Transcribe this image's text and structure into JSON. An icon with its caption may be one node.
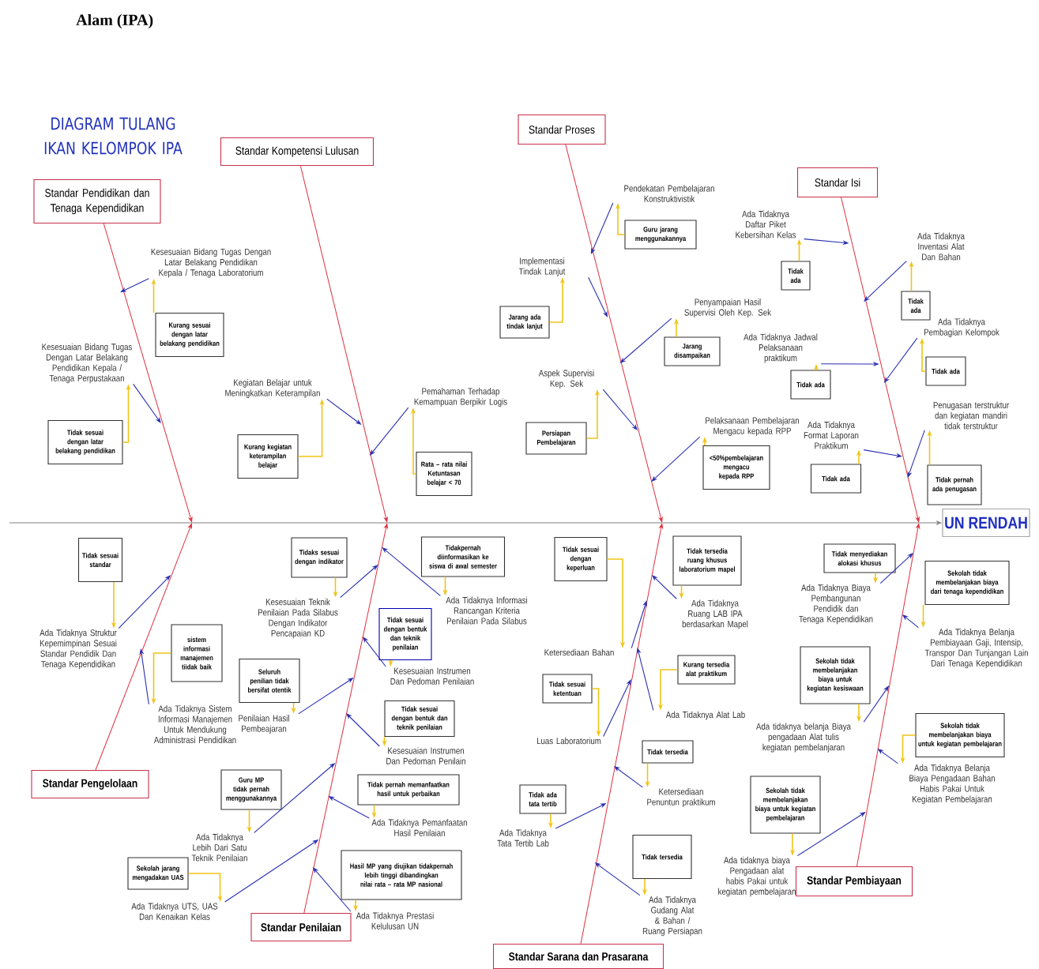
{
  "diagram": {
    "title": "DIAGRAM TULANG IKAN KELOMPOK IPA",
    "nodes": [
      {
        "text": [
          "Standar Pendidikan dan Tenaga Kependidikan"
        ]
      },
      {
        "text": [
          "Standar Kompetensi Lulusan"
        ]
      },
      {
        "text": [
          "Standar Proses"
        ]
      },
      {
        "text": [
          "Standar Isi"
        ]
      },
      {
        "text": [
          "Standar Pengelolaan"
        ]
      },
      {
        "text": [
          "Standar Penilaian"
        ]
      },
      {
        "text": [
          "Standar Sarana dan Prasarana"
        ]
      },
      {
        "text": [
          "Standar Pembiayaan"
        ]
      },
      {
        "text": [
          "UN RENDAH"
        ]
      },
      {
        "text": [
          "Kesesuaian Bidang Tugas Dengan Latar Belakang Pendidikan Kepala / Tenaga Laboratorium"
        ]
      },
      {
        "text": [
          "Kurang sesuai dengan latar belakang pendidikan"
        ]
      },
      {
        "text": [
          "Kesesuaian Bidang Tugas Dengan Latar Belakang Pendidikan Kepala / Tenaga Perpustakaan"
        ]
      },
      {
        "text": [
          "Tidak sesuai dengan latar belakang pendidikan"
        ]
      },
      {
        "text": [
          "Kegiatan Belajar untuk Meningkatkan Keterampilan"
        ]
      },
      {
        "text": [
          "Kurang kegiatan keterampilan belajar"
        ]
      },
      {
        "text": [
          "Pemahaman Terhadap Kemampuan Berpikir Logis"
        ]
      },
      {
        "text": [
          "Rata – rata nilai Ketuntasan belajar < 70"
        ]
      },
      {
        "text": [
          "Pendekatan Pembelajaran Konstruktivistik"
        ]
      },
      {
        "text": [
          "Guru jarang menggunakannya"
        ]
      },
      {
        "text": [
          "Implementasi Tindak Lanjut"
        ]
      },
      {
        "text": [
          "Jarang ada tindak lanjut"
        ]
      },
      {
        "text": [
          "Penyampaian Hasil Supervisi Oleh Kep. Sek"
        ]
      },
      {
        "text": [
          "Jarang disampaikan"
        ]
      },
      {
        "text": [
          "Aspek Supervisi Kep. Sek"
        ]
      },
      {
        "text": [
          "Persiapan Pembelajaran"
        ]
      },
      {
        "text": [
          "Pelaksanaan Pembelajaran Mengacu kepada RPP"
        ]
      },
      {
        "text": [
          "<50%pembelajaran mengacu kepada RPP"
        ]
      },
      {
        "text": [
          "Ada Tidaknya Daftar Piket Kebersihan Kelas"
        ]
      },
      {
        "text": [
          "Tidak ada"
        ]
      },
      {
        "text": [
          "Ada Tidaknya Inventasi Alat Dan Bahan"
        ]
      },
      {
        "text": [
          "Tidak ada"
        ]
      },
      {
        "text": [
          "Ada Tidaknya Jadwal Pelaksanaan praktikum"
        ]
      },
      {
        "text": [
          "Tidak ada"
        ]
      },
      {
        "text": [
          "Ada Tidaknya Pembagian Kelompok"
        ]
      },
      {
        "text": [
          "Tidak ada"
        ]
      },
      {
        "text": [
          "Penugasan terstruktur dan kegiatan mandiri tidak terstruktur"
        ]
      },
      {
        "text": [
          "Tidak pernah ada penugasan"
        ]
      },
      {
        "text": [
          "Ada Tidaknya Format Laporan Praktikum"
        ]
      },
      {
        "text": [
          "Tidak ada"
        ]
      },
      {
        "text": [
          "Ada Tidaknya Struktur Kepemimpinan Sesuai Standar Pendidik Dan Tenaga Kependidikan"
        ]
      },
      {
        "text": [
          "Tidak sesuai standar"
        ]
      },
      {
        "text": [
          "Ada Tidaknya Sistem Informasi Manajemen Untuk Mendukung Administrasi Pendidikan"
        ]
      },
      {
        "text": [
          "sistem informasi manajemen tiidak baik"
        ]
      },
      {
        "text": [
          "Kesesuaian Teknik Penilaian Pada Silabus Dengan Indikator Pencapaian KD"
        ]
      },
      {
        "text": [
          "Tidaks sesuai dengan indikator"
        ]
      },
      {
        "text": [
          "Ada Tidaknya Informasi Rancangan Kriteria Penilaian Pada Silabus"
        ]
      },
      {
        "text": [
          "Tidakpernah diinformasikan ke siswa di awal semester"
        ]
      },
      {
        "text": [
          "Kesesuaian Instrumen Dan Pedoman Penilaian"
        ]
      },
      {
        "text": [
          "Tidak sesuai dengan bentuk dan teknik penilaian"
        ]
      },
      {
        "text": [
          "Penilaian Hasil Pembeajaran"
        ]
      },
      {
        "text": [
          "Seluruh penilian tidak bersifat otentik"
        ]
      },
      {
        "text": [
          "Kesesuaian Instrumen Dan Pedoman Penilain"
        ]
      },
      {
        "text": [
          "Tidak sesuai dengan bentuk dan teknik penilaian"
        ]
      },
      {
        "text": [
          "Ada Tidaknya Lebih Dari Satu Teknik Penilaian"
        ]
      },
      {
        "text": [
          "Guru MP tidak pernah menggunakannya"
        ]
      },
      {
        "text": [
          "Ada Tidaknya Pemanfaatan Hasil Penilaian"
        ]
      },
      {
        "text": [
          "Tidak pernah memanfaatkan hasil untuk perbaikan"
        ]
      },
      {
        "text": [
          "Ada Tidaknya UTS, UAS Dan Kenaikan Kelas"
        ]
      },
      {
        "text": [
          "Sekolah jarang mengadakan UAS"
        ]
      },
      {
        "text": [
          "Ada Tidaknya Prestasi Kelulusan UN"
        ]
      },
      {
        "text": [
          "Hasil MP yang diujikan tidakpernah lebih tinggi dibandingkan nilai rata – rata MP nasional"
        ]
      },
      {
        "text": [
          "Ketersediaan Bahan"
        ]
      },
      {
        "text": [
          "Tidak sesuai dengan keperluan"
        ]
      },
      {
        "text": [
          "Ada Tidaknya Ruang LAB IPA berdasarkan Mapel"
        ]
      },
      {
        "text": [
          "Tidak tersedia ruang khusus laboratorium mapel"
        ]
      },
      {
        "text": [
          "Luas Laboratorium"
        ]
      },
      {
        "text": [
          "Tidak sesuai ketentuan"
        ]
      },
      {
        "text": [
          "Ada Tidaknya Alat Lab"
        ]
      },
      {
        "text": [
          "Kurang tersedia alat praktikum"
        ]
      },
      {
        "text": [
          "Ketersediaan Penuntun praktikum"
        ]
      },
      {
        "text": [
          "Tidak tersedia"
        ]
      },
      {
        "text": [
          "Ada Tidaknya Tata Tertib Lab"
        ]
      },
      {
        "text": [
          "Tidak ada tata tertib"
        ]
      },
      {
        "text": [
          "Ada Tidaknya Gudang Alat & Bahan / Ruang Persiapan"
        ]
      },
      {
        "text": [
          "Tidak tersedia"
        ]
      },
      {
        "text": [
          "Ada Tidaknya Biaya Pembangunan Pendidik dan Tenaga Kependidikan"
        ]
      },
      {
        "text": [
          "Tidak menyediakan alokasi khusus"
        ]
      },
      {
        "text": [
          "Ada Tidaknya Belanja Pembiayaan Gaji, Intensip, Transpor Dan Tunjangan Lain Dari Tenaga Kependidikan"
        ]
      },
      {
        "text": [
          "Sekolah tidak membelanjakan biaya dari tenaga kependidikan"
        ]
      },
      {
        "text": [
          "Ada tidaknya belanja Biaya pengadaan Alat tulis kegiatan pembelanjaran"
        ]
      },
      {
        "text": [
          "Sekolah tidak membelanjakan biaya untuk kegiatan kesiswaan"
        ]
      },
      {
        "text": [
          "Ada Tidaknya Belanja Biaya Pengadaan Bahan Habis Pakai Untuk Kegiatan Pembelajaran"
        ]
      },
      {
        "text": [
          "Sekolah tidak membelanjakan biaya untuk kegiatan pembelajaran"
        ]
      },
      {
        "text": [
          "Ada tidaknya biaya Pengadaan alat habis Pakai untuk kegiatan pembelajaran"
        ]
      },
      {
        "text": [
          "Sekolah tidak membelanjakan biaya untuk kegiatan pembelajaran"
        ]
      }
    ],
    "edges": [
      {
        "from": 0,
        "to": null,
        "arrow": "to",
        "color": "#e03040"
      },
      {
        "from": 1,
        "to": null,
        "arrow": "to",
        "color": "#e03040"
      },
      {
        "from": 2,
        "to": null,
        "arrow": "to",
        "color": "#e03040"
      },
      {
        "from": 3,
        "to": null,
        "arrow": "to",
        "color": "#e03040"
      },
      {
        "from": 4,
        "to": null,
        "arrow": "to",
        "color": "#e03040"
      },
      {
        "from": 5,
        "to": null,
        "arrow": "to",
        "color": "#e03040"
      },
      {
        "from": 6,
        "to": null,
        "arrow": "to",
        "color": "#e03040"
      },
      {
        "from": 7,
        "to": null,
        "arrow": "to",
        "color": "#e03040"
      },
      {
        "from": null,
        "to": 8,
        "arrow": "to",
        "color": "#808080"
      },
      {
        "from": 9,
        "to": null,
        "arrow": "to"
      },
      {
        "from": 10,
        "to": 9,
        "arrow": "to",
        "color": "#f0c419"
      },
      {
        "from": 11,
        "to": null,
        "arrow": "to"
      },
      {
        "from": 12,
        "to": 11,
        "arrow": "to",
        "color": "#f0c419"
      },
      {
        "from": 13,
        "to": null,
        "arrow": "to"
      },
      {
        "from": 14,
        "to": 13,
        "arrow": "to",
        "color": "#f0c419"
      },
      {
        "from": 15,
        "to": null,
        "arrow": "to"
      },
      {
        "from": 16,
        "to": 15,
        "arrow": "to",
        "color": "#f0c419"
      },
      {
        "from": 17,
        "to": null,
        "arrow": "to"
      },
      {
        "from": 18,
        "to": 17,
        "arrow": "to",
        "color": "#f0c419"
      },
      {
        "from": 19,
        "to": null,
        "arrow": "to"
      },
      {
        "from": 20,
        "to": 19,
        "arrow": "to",
        "color": "#f0c419"
      },
      {
        "from": 21,
        "to": null,
        "arrow": "to"
      },
      {
        "from": 22,
        "to": 21,
        "arrow": "to",
        "color": "#f0c419"
      },
      {
        "from": 23,
        "to": null,
        "arrow": "to"
      },
      {
        "from": 24,
        "to": 23,
        "arrow": "to",
        "color": "#f0c419"
      },
      {
        "from": 25,
        "to": null,
        "arrow": "to"
      },
      {
        "from": 26,
        "to": 25,
        "arrow": "to",
        "color": "#f0c419"
      },
      {
        "from": 27,
        "to": null,
        "arrow": "to"
      },
      {
        "from": 28,
        "to": 27,
        "arrow": "to",
        "color": "#f0c419"
      },
      {
        "from": 29,
        "to": null,
        "arrow": "to"
      },
      {
        "from": 30,
        "to": 29,
        "arrow": "to",
        "color": "#f0c419"
      },
      {
        "from": 31,
        "to": null,
        "arrow": "to"
      },
      {
        "from": 32,
        "to": 31,
        "arrow": "to",
        "color": "#f0c419"
      },
      {
        "from": 33,
        "to": null,
        "arrow": "to"
      },
      {
        "from": 34,
        "to": 33,
        "arrow": "to",
        "color": "#f0c419"
      },
      {
        "from": 35,
        "to": null,
        "arrow": "to"
      },
      {
        "from": 36,
        "to": 35,
        "arrow": "to",
        "color": "#f0c419"
      },
      {
        "from": 37,
        "to": null,
        "arrow": "to"
      },
      {
        "from": 38,
        "to": 37,
        "arrow": "to",
        "color": "#f0c419"
      },
      {
        "from": 39,
        "to": null,
        "arrow": "to"
      },
      {
        "from": 40,
        "to": 39,
        "arrow": "to",
        "color": "#f0c419"
      },
      {
        "from": 41,
        "to": null,
        "arrow": "to"
      },
      {
        "from": 42,
        "to": 41,
        "arrow": "to",
        "color": "#f0c419"
      },
      {
        "from": 43,
        "to": null,
        "arrow": "to"
      },
      {
        "from": 44,
        "to": 43,
        "arrow": "to",
        "color": "#f0c419"
      },
      {
        "from": 45,
        "to": null,
        "arrow": "to"
      },
      {
        "from": 46,
        "to": 45,
        "arrow": "to",
        "color": "#f0c419"
      },
      {
        "from": 47,
        "to": null,
        "arrow": "to"
      },
      {
        "from": 48,
        "to": 47,
        "arrow": "to",
        "color": "#f0c419"
      },
      {
        "from": 49,
        "to": null,
        "arrow": "to"
      },
      {
        "from": 50,
        "to": 49,
        "arrow": "to",
        "color": "#f0c419"
      },
      {
        "from": 51,
        "to": null,
        "arrow": "to"
      },
      {
        "from": 52,
        "to": 51,
        "arrow": "to",
        "color": "#f0c419"
      },
      {
        "from": 53,
        "to": null,
        "arrow": "to"
      },
      {
        "from": 54,
        "to": 53,
        "arrow": "to",
        "color": "#f0c419"
      },
      {
        "from": 55,
        "to": null,
        "arrow": "to"
      },
      {
        "from": 56,
        "to": 55,
        "arrow": "to",
        "color": "#f0c419"
      },
      {
        "from": 57,
        "to": null,
        "arrow": "to"
      },
      {
        "from": 58,
        "to": 57,
        "arrow": "to",
        "color": "#f0c419"
      },
      {
        "from": 59,
        "to": null,
        "arrow": "to"
      },
      {
        "from": 60,
        "to": 59,
        "arrow": "to",
        "color": "#f0c419"
      },
      {
        "from": 61,
        "to": null,
        "arrow": "to"
      },
      {
        "from": 62,
        "to": 61,
        "arrow": "to",
        "color": "#f0c419"
      },
      {
        "from": 63,
        "to": null,
        "arrow": "to"
      },
      {
        "from": 64,
        "to": 63,
        "arrow": "to",
        "color": "#f0c419"
      },
      {
        "from": 65,
        "to": null,
        "arrow": "to"
      },
      {
        "from": 66,
        "to": 65,
        "arrow": "to",
        "color": "#f0c419"
      },
      {
        "from": 67,
        "to": null,
        "arrow": "to"
      },
      {
        "from": 68,
        "to": 67,
        "arrow": "to",
        "color": "#f0c419"
      },
      {
        "from": 69,
        "to": null,
        "arrow": "to"
      },
      {
        "from": 70,
        "to": 69,
        "arrow": "to",
        "color": "#f0c419"
      },
      {
        "from": 71,
        "to": null,
        "arrow": "to"
      },
      {
        "from": 72,
        "to": 71,
        "arrow": "to",
        "color": "#f0c419"
      },
      {
        "from": 73,
        "to": null,
        "arrow": "to"
      },
      {
        "from": 74,
        "to": 73,
        "arrow": "to",
        "color": "#f0c419"
      },
      {
        "from": 75,
        "to": null,
        "arrow": "to"
      },
      {
        "from": 76,
        "to": 75,
        "arrow": "to",
        "color": "#f0c419"
      },
      {
        "from": 77,
        "to": null,
        "arrow": "to"
      },
      {
        "from": 78,
        "to": 77,
        "arrow": "to",
        "color": "#f0c419"
      },
      {
        "from": 79,
        "to": null,
        "arrow": "to"
      },
      {
        "from": 80,
        "to": 79,
        "arrow": "to",
        "color": "#f0c419"
      },
      {
        "from": 81,
        "to": null,
        "arrow": "to"
      },
      {
        "from": 82,
        "to": 81,
        "arrow": "to",
        "color": "#f0c419"
      },
      {
        "from": 83,
        "to": null,
        "arrow": "to"
      },
      {
        "from": 84,
        "to": 83,
        "arrow": "to",
        "color": "#f0c419"
      }
    ],
    "labels": [
      "Alam (IPA)"
    ]
  }
}
